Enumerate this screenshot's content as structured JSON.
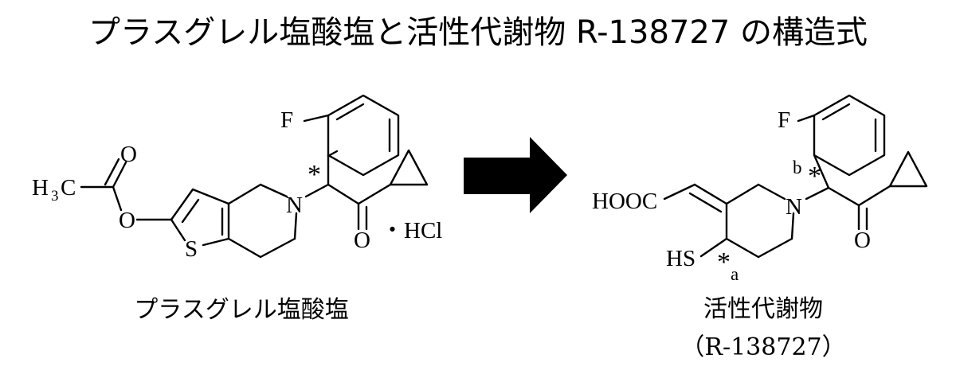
{
  "title": "プラスグレル塩酸塩と活性代謝物 R-138727 の構造式",
  "left": {
    "atoms": {
      "f": "F",
      "o_carbonyl": "O",
      "h3c_h": "H",
      "h3c_3": "3",
      "h3c_c": "C",
      "o_ester": "O",
      "s": "S",
      "n": "N",
      "o_ketone": "O",
      "salt": "・HCl",
      "chiral": "*"
    },
    "caption": "プラスグレル塩酸塩"
  },
  "right": {
    "atoms": {
      "f": "F",
      "cooh": "HOOC",
      "n": "N",
      "sh": "HS",
      "o_ketone": "O",
      "star_b": "*",
      "label_b": "b",
      "star_a": "*",
      "label_a": "a"
    },
    "caption_1": "活性代謝物",
    "caption_2": "（R-138727）"
  },
  "arrow": {
    "color": "#000000",
    "direction": "right"
  }
}
